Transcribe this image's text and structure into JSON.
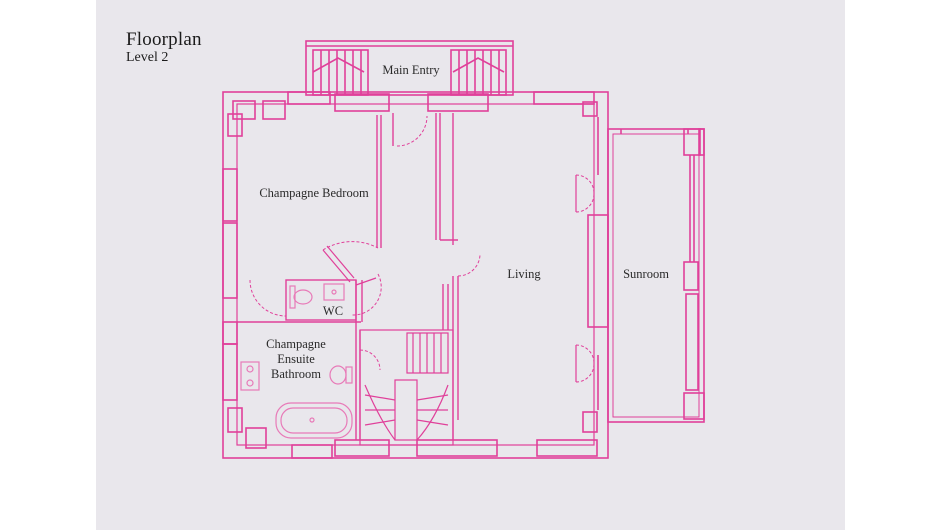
{
  "header": {
    "title": "Floorplan",
    "level": "Level 2"
  },
  "rooms": {
    "main_entry": "Main Entry",
    "champagne_bedroom": "Champagne Bedroom",
    "wc": "WC",
    "ensuite": [
      "Champagne",
      "Ensuite",
      "Bathroom"
    ],
    "living": "Living",
    "sunroom": "Sunroom"
  },
  "colors": {
    "background": "#e9e7ec",
    "wall": "#e0409a",
    "fixture": "#e87ab8",
    "text": "#1b1b1b"
  }
}
